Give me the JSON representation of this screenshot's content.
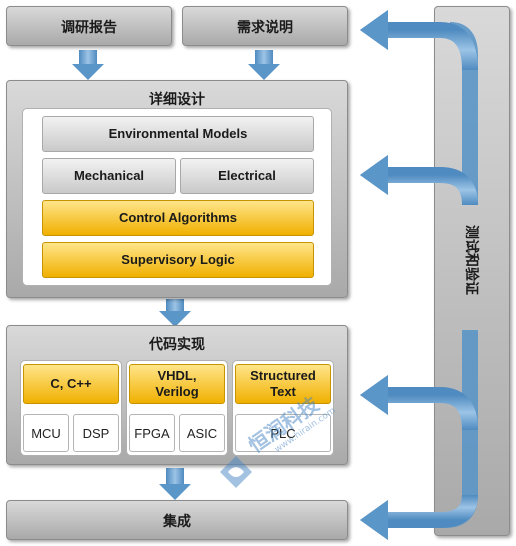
{
  "top_boxes": {
    "research_report": "调研报告",
    "requirements": "需求说明"
  },
  "design": {
    "title": "详细设计",
    "environmental_models": "Environmental Models",
    "mechanical": "Mechanical",
    "electrical": "Electrical",
    "control_algorithms": "Control Algorithms",
    "supervisory_logic": "Supervisory Logic"
  },
  "code": {
    "title": "代码实现",
    "c_cpp": "C, C++",
    "vhdl": "VHDL,\nVerilog",
    "structured_text": "Structured\nText",
    "mcu": "MCU",
    "dsp": "DSP",
    "fpga": "FPGA",
    "asic": "ASIC",
    "plc": "PLC"
  },
  "integration": "集成",
  "test_verify": "测试和验证",
  "watermark": {
    "name": "恒润科技",
    "url": "www.hirain.com"
  },
  "colors": {
    "arrow": "#5b96c8",
    "gold": "#f0b000",
    "panel": "#bdbdbd"
  }
}
